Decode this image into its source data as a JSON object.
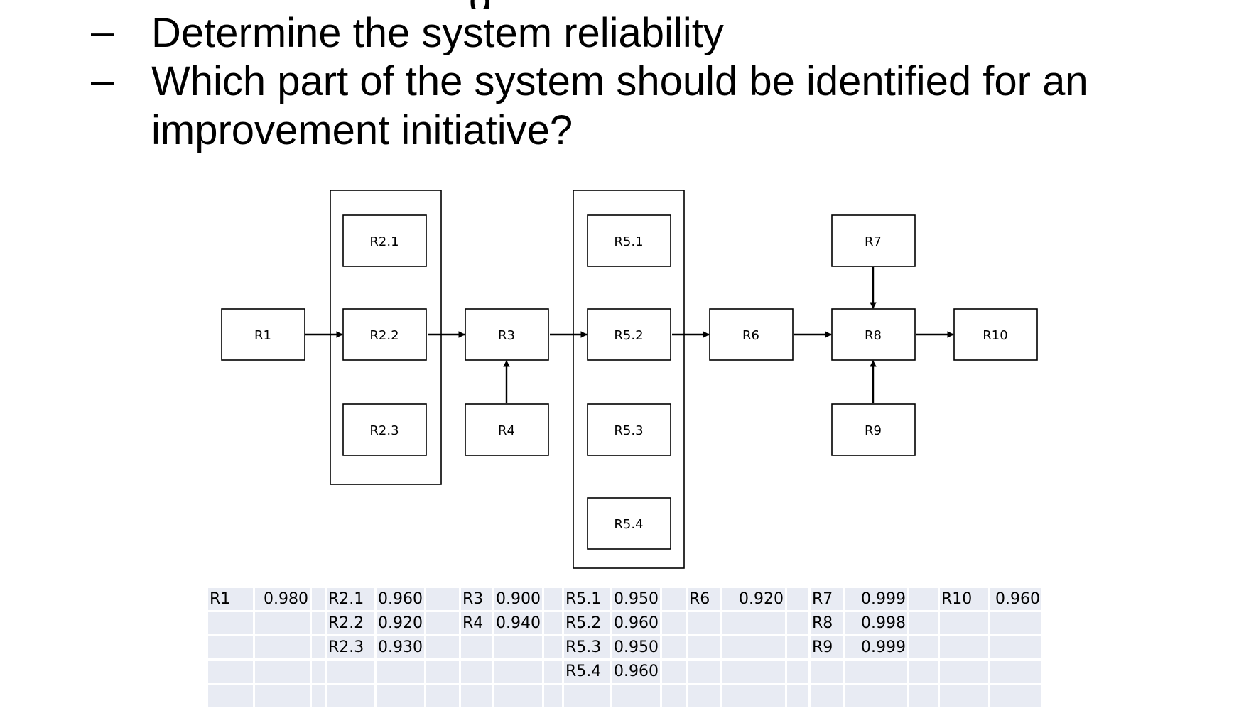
{
  "slide": {
    "heading_fragment": "g",
    "bullets": [
      {
        "dash": "–",
        "text": "Determine the system reliability"
      },
      {
        "dash": "–",
        "text": "Which part of the system should be identified for an improvement initiative?"
      }
    ]
  },
  "diagram": {
    "blocks": {
      "r1": "R1",
      "r2_1": "R2.1",
      "r2_2": "R2.2",
      "r2_3": "R2.3",
      "r3": "R3",
      "r4": "R4",
      "r5_1": "R5.1",
      "r5_2": "R5.2",
      "r5_3": "R5.3",
      "r5_4": "R5.4",
      "r6": "R6",
      "r7": "R7",
      "r8": "R8",
      "r9": "R9",
      "r10": "R10"
    },
    "connections": [
      [
        "R1",
        "R2.2"
      ],
      [
        "R2.2",
        "R3"
      ],
      [
        "R4",
        "R3"
      ],
      [
        "R3",
        "R5.2"
      ],
      [
        "R5.2",
        "R6"
      ],
      [
        "R6",
        "R8"
      ],
      [
        "R7",
        "R8"
      ],
      [
        "R9",
        "R8"
      ],
      [
        "R8",
        "R10"
      ]
    ]
  },
  "reliability_table": {
    "rows": [
      [
        "R1",
        "0.980",
        "",
        "R2.1",
        "0.960",
        "",
        "R3",
        "0.900",
        "",
        "R5.1",
        "0.950",
        "",
        "R6",
        "0.920",
        "",
        "R7",
        "0.999",
        "",
        "R10",
        "0.960"
      ],
      [
        "",
        "",
        "",
        "R2.2",
        "0.920",
        "",
        "R4",
        "0.940",
        "",
        "R5.2",
        "0.960",
        "",
        "",
        "",
        "",
        "R8",
        "0.998",
        "",
        "",
        ""
      ],
      [
        "",
        "",
        "",
        "R2.3",
        "0.930",
        "",
        "",
        "",
        "",
        "R5.3",
        "0.950",
        "",
        "",
        "",
        "",
        "R9",
        "0.999",
        "",
        "",
        ""
      ],
      [
        "",
        "",
        "",
        "",
        "",
        "",
        "",
        "",
        "",
        "R5.4",
        "0.960",
        "",
        "",
        "",
        "",
        "",
        "",
        "",
        "",
        ""
      ],
      [
        "",
        "",
        "",
        "",
        "",
        "",
        "",
        "",
        "",
        "",
        "",
        "",
        "",
        "",
        "",
        "",
        "",
        "",
        "",
        ""
      ]
    ]
  }
}
